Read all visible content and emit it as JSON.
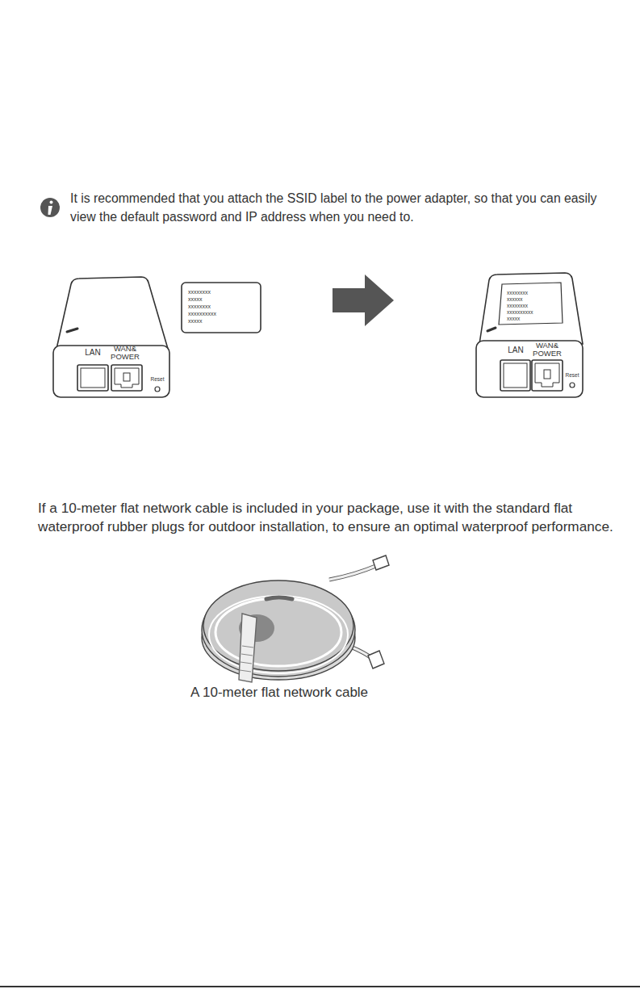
{
  "diagram": {
    "caption": "A 10-meter flat network cable",
    "labels": [
      "It is recommended that you attach the SSID label to the power adapter, so that you can easily view the default password and IP address when you need to.",
      "LAN",
      "WAN& POWER",
      "Reset",
      "xxxxxxxx",
      "xxxxx",
      "xxxxxxxx",
      "xxxxxxxxxx",
      "xxxxx",
      "xxxxxxxx",
      "xxxxxx",
      "xxxxxxxx",
      "xxxxxxxxxx",
      "xxxxx",
      "LAN",
      "WAN& POWER",
      "Reset",
      "If a 10-meter flat network cable is included in your package, use it with the standard flat waterproof rubber plugs for outdoor installation, to ensure an optimal waterproof performance."
    ]
  }
}
